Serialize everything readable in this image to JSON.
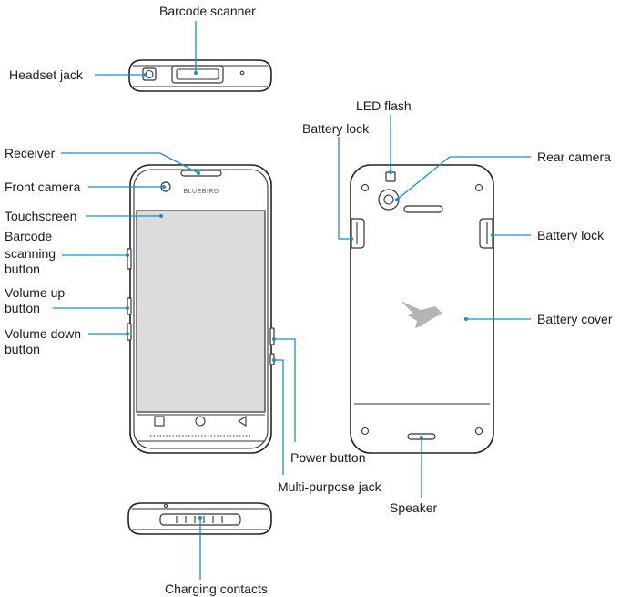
{
  "brand_text": "BLUEBIRD",
  "colors": {
    "leader_line": "#1a8fc4",
    "outline": "#222222",
    "screen_gray": "#dcdcdc",
    "logo_gray": "#b4b4b4"
  },
  "icons": {
    "nav_back": "square-icon",
    "nav_home": "circle-icon",
    "nav_recent": "triangle-icon",
    "logo": "bird-logo-icon"
  },
  "labels": {
    "barcode_scanner": "Barcode scanner",
    "headset_jack": "Headset jack",
    "receiver": "Receiver",
    "front_camera": "Front camera",
    "touchscreen": "Touchscreen",
    "barcode_scanning_button": [
      "Barcode",
      "scanning",
      "button"
    ],
    "volume_up_button": [
      "Volume up",
      "button"
    ],
    "volume_down_button": [
      "Volume down",
      "button"
    ],
    "power_button": "Power button",
    "multi_purpose_jack": "Multi-purpose jack",
    "charging_contacts": "Charging contacts",
    "led_flash": "LED flash",
    "battery_lock_top": "Battery lock",
    "rear_camera": "Rear camera",
    "battery_lock_right": "Battery lock",
    "battery_cover": "Battery cover",
    "speaker": "Speaker"
  }
}
